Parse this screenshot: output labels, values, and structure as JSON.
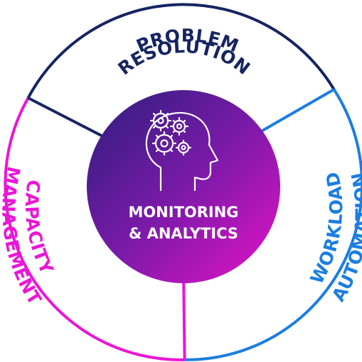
{
  "center": {
    "line1": "MONITORING",
    "line2": "& ANALYTICS",
    "icon": "head-gears-icon",
    "gradient": [
      "#2a1f7a",
      "#7a1aa8",
      "#e612c8"
    ]
  },
  "segments": {
    "top": {
      "line1": "PROBLEM",
      "line2": "RESOLUTION",
      "color": "#162462"
    },
    "right": {
      "line1": "WORKLOAD",
      "line2": "AUTOMATION",
      "color": "#1c7ee0"
    },
    "left": {
      "line1": "CAPACITY",
      "line2": "MANAGEMENT",
      "color": "#ea16d6"
    }
  }
}
